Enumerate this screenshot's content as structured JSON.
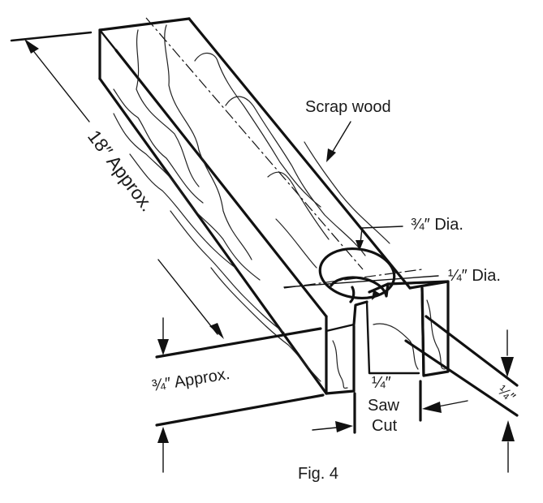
{
  "figure": {
    "caption": "Fig. 4",
    "subject": "Scrap wood jig with drilled hole and saw cut",
    "colors": {
      "ink": "#111111",
      "paper": "#ffffff"
    }
  },
  "labels": {
    "material": "Scrap wood",
    "length": "18″ Approx.",
    "large_hole": "¾″ Dia.",
    "small_hole": "¼″ Dia.",
    "thickness": "¾″ Approx.",
    "saw_cut_size": "¼″",
    "saw_cut_word1": "Saw",
    "saw_cut_word2": "Cut",
    "end_dim": "¼″"
  }
}
